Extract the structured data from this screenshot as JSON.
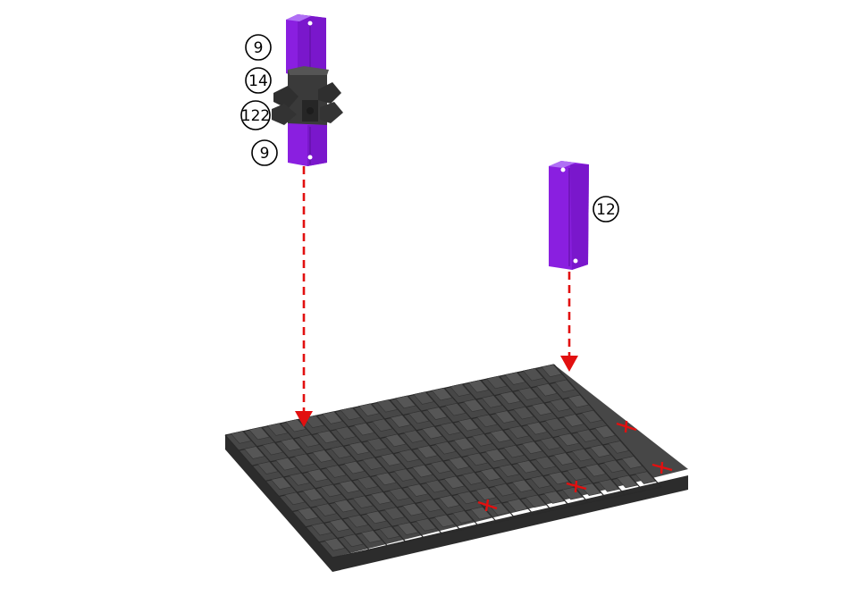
{
  "callouts": {
    "top_tube_upper": "9",
    "connector_block": "14",
    "connector_hub": "122",
    "top_tube_lower": "9",
    "right_tube": "12"
  },
  "colors": {
    "tube_purple": "#8a1fe0",
    "tube_purple_dark": "#6413a8",
    "tube_purple_light": "#a24ff0",
    "connector_dark": "#3c3c3c",
    "baseplate_top": "#4a4a4a",
    "baseplate_side": "#2e2e2e",
    "arrow_red": "#e21010"
  },
  "icons": {
    "placement_arrow": "red-dashed-down-arrow",
    "target_marker": "red-cross-marker"
  }
}
